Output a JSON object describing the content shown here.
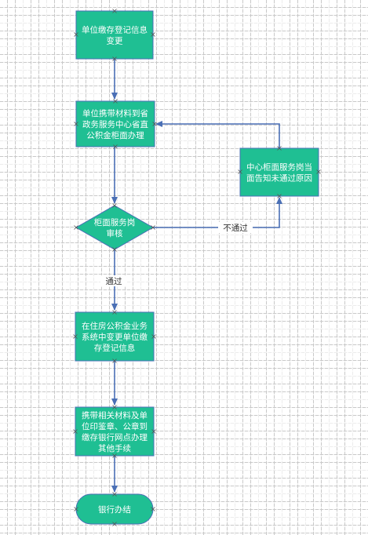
{
  "colors": {
    "node_fill": "#1fbf93",
    "node_stroke": "#4a6fb5",
    "edge": "#4a6fb5",
    "text": "#ffffff",
    "label": "#333333"
  },
  "nodes": {
    "n1": {
      "shape": "rect",
      "lines": [
        "单位缴存登记信息",
        "变更"
      ]
    },
    "n2": {
      "shape": "rect",
      "lines": [
        "单位携带材料到省",
        "政务服务中心省直",
        "公积金柜面办理"
      ]
    },
    "n3": {
      "shape": "diamond",
      "lines": [
        "柜面服务岗",
        "审核"
      ]
    },
    "n4": {
      "shape": "rect",
      "lines": [
        "中心柜面服务岗当",
        "面告知未通过原因"
      ]
    },
    "n5": {
      "shape": "rect",
      "lines": [
        "在住房公积金业务",
        "系统中变更单位缴",
        "存登记信息"
      ]
    },
    "n6": {
      "shape": "rect",
      "lines": [
        "携带相关材料及单",
        "位印鉴章、公章到",
        "缴存银行网点办理",
        "其他手续"
      ]
    },
    "n7": {
      "shape": "terminal",
      "lines": [
        "银行办结"
      ]
    }
  },
  "edges": {
    "not_pass": "不通过",
    "pass": "通过"
  }
}
